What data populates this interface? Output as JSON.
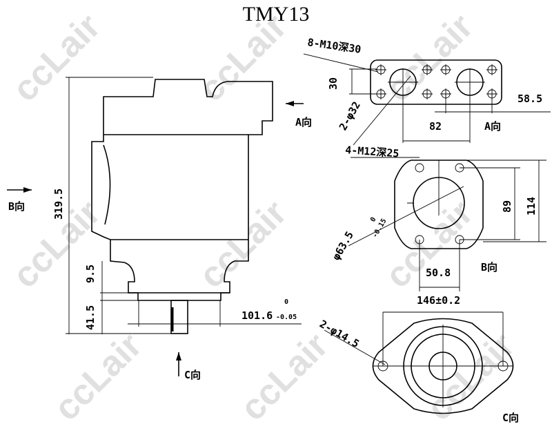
{
  "title": "TMY13",
  "watermark": "ccLair",
  "side_view": {
    "dim_overall_height": "319.5",
    "dim_flange": "9.5",
    "dim_shaft": "41.5",
    "dim_pilot_dia": "101.6",
    "dim_pilot_tol_upper": "0",
    "dim_pilot_tol_lower": "-0.05",
    "label_a": "A向",
    "label_b": "B向",
    "label_c": "C向"
  },
  "view_a": {
    "callout_threads": "8-M10深30",
    "callout_ports": "2-φ32",
    "dim_height": "30",
    "dim_spacing": "82",
    "dim_offset": "58.5",
    "label": "A向"
  },
  "view_b": {
    "callout_threads": "4-M12深25",
    "callout_bore": "φ63.5",
    "callout_bore_tol_upper": "0",
    "callout_bore_tol_lower": "-0.15",
    "dim_inner": "89",
    "dim_outer": "114",
    "dim_width": "50.8",
    "label": "B向"
  },
  "view_c": {
    "dim_hole_spacing": "146±0.2",
    "callout_holes": "2-φ14.5",
    "label": "C向"
  }
}
